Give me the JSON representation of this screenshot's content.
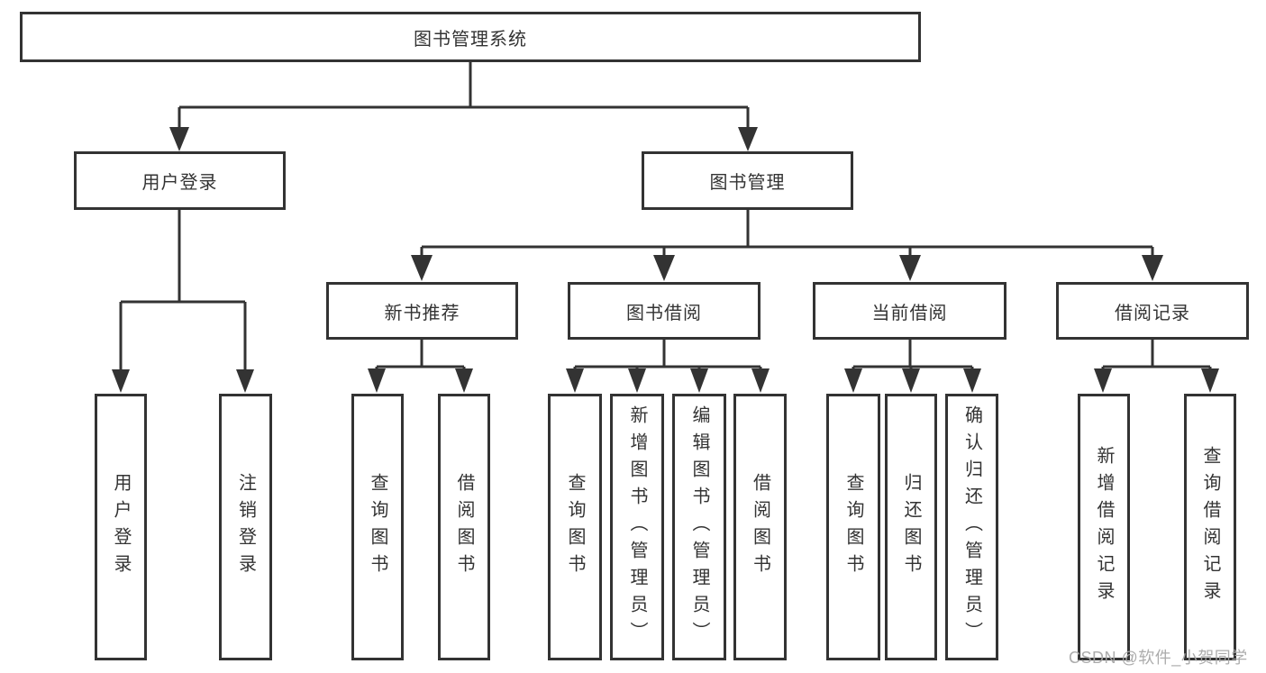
{
  "diagram_title": "图书管理系统",
  "tree": {
    "root": {
      "label": "图书管理系统"
    },
    "branches": [
      {
        "label": "用户登录",
        "leaves": [
          "用户登录",
          "注销登录"
        ]
      },
      {
        "label": "图书管理",
        "sections": [
          {
            "label": "新书推荐",
            "leaves": [
              "查询图书",
              "借阅图书"
            ]
          },
          {
            "label": "图书借阅",
            "leaves": [
              "查询图书",
              "新增图书（管理员）",
              "编辑图书（管理员）",
              "借阅图书"
            ]
          },
          {
            "label": "当前借阅",
            "leaves": [
              "查询图书",
              "归还图书",
              "确认归还（管理员）"
            ]
          },
          {
            "label": "借阅记录",
            "leaves": [
              "新增借阅记录",
              "查询借阅记录"
            ]
          }
        ]
      }
    ]
  },
  "watermark": "CSDN @软件_小贺同学",
  "colors": {
    "line": "#333333",
    "box_border": "#333333",
    "text": "#333333",
    "watermark_text": "#a8a8a8",
    "background": "#ffffff"
  }
}
